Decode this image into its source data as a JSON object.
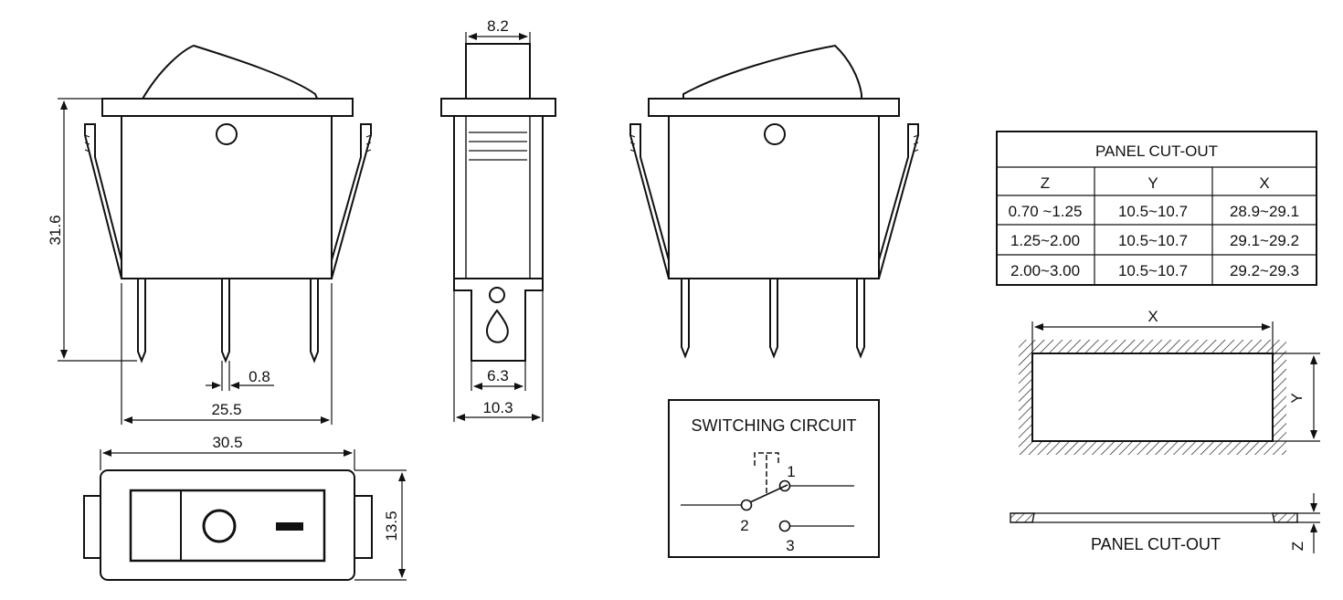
{
  "dimensions": {
    "height_label": "31.6",
    "width_label": "25.5",
    "pin_label": "0.8",
    "side_top_label": "8.2",
    "side_tab_label": "6.3",
    "side_width_label": "10.3",
    "bottom_width_label": "30.5",
    "bottom_height_label": "13.5"
  },
  "circuit": {
    "title": "SWITCHING CIRCUIT",
    "terminal_1": "1",
    "terminal_2": "2",
    "terminal_3": "3"
  },
  "panel_table": {
    "title": "PANEL CUT-OUT",
    "headers": [
      "Z",
      "Y",
      "X"
    ],
    "rows": [
      [
        "0.70 ~1.25",
        "10.5~10.7",
        "28.9~29.1"
      ],
      [
        "1.25~2.00",
        "10.5~10.7",
        "29.1~29.2"
      ],
      [
        "2.00~3.00",
        "10.5~10.7",
        "29.2~29.3"
      ]
    ]
  },
  "cutout": {
    "x_label": "X",
    "y_label": "Y",
    "z_label": "Z",
    "caption": "PANEL CUT-OUT"
  },
  "colors": {
    "line": "#111111",
    "background": "#ffffff"
  }
}
